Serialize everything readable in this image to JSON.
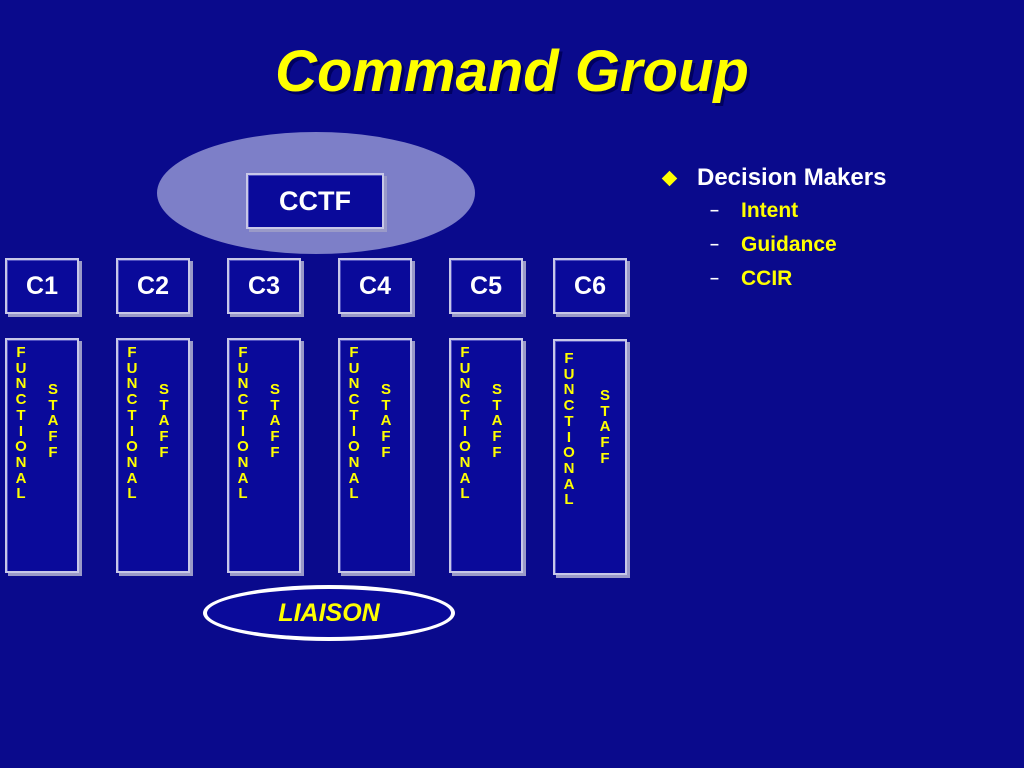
{
  "title": "Command Group",
  "top_box": "CCTF",
  "columns": [
    {
      "label": "C1",
      "functional": "FUNCTIONAL",
      "staff": "STAFF"
    },
    {
      "label": "C2",
      "functional": "FUNCTIONAL",
      "staff": "STAFF"
    },
    {
      "label": "C3",
      "functional": "FUNCTIONAL",
      "staff": "STAFF"
    },
    {
      "label": "C4",
      "functional": "FUNCTIONAL",
      "staff": "STAFF"
    },
    {
      "label": "C5",
      "functional": "FUNCTIONAL",
      "staff": "STAFF"
    },
    {
      "label": "C6",
      "functional": "FUNCTIONAL",
      "staff": "STAFF"
    }
  ],
  "liaison": "LIAISON",
  "bullets": {
    "main": "Decision Makers",
    "sub": [
      "Intent",
      "Guidance",
      "CCIR"
    ]
  },
  "colors": {
    "background": "#0a0a8c",
    "title": "#ffff00",
    "ellipse": "#7d7fc8",
    "box": "#0a0a9a"
  }
}
